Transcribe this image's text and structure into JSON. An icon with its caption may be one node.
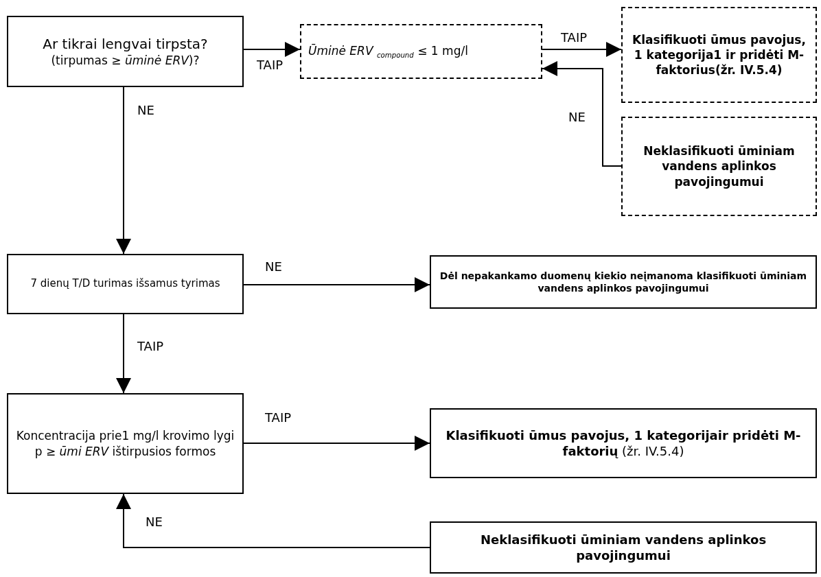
{
  "diagram": {
    "nodes": [
      {
        "text": [
          "Ar tikrai lengvai tirpsta?",
          "(tirpumas ≥ *ūminė ERV*)?"
        ]
      },
      {
        "text": [
          "*Ūminė ERV* $_{compound}$ ≤ 1 mg/l"
        ]
      },
      {
        "text": [
          "Klasifikuoti ūmus pavojus, 1 kategorija1 ir pridėti M-faktorius(žr. IV.5.4)"
        ]
      },
      {
        "text": [
          "Neklasifikuoti ūminiam vandens aplinkos pavojingumui"
        ]
      },
      {
        "text": [
          "7 dienų T/D turimas išsamus tyrimas"
        ]
      },
      {
        "text": [
          "Dėl nepakankamo duomenų kiekio neįmanoma klasifikuoti ūminiam vandens aplinkos pavojingumui"
        ]
      },
      {
        "text": [
          "Koncentracija prie1 mg/l krovimo lygi p ≥ *ūmi ERV* ištirpusios formos"
        ]
      },
      {
        "text": [
          "**Klasifikuoti ūmus pavojus, 1 kategorijair pridėti M-faktorių** (žr. IV.5.4)"
        ]
      },
      {
        "text": [
          "Neklasifikuoti ūminiam vandens aplinkos pavojingumui"
        ]
      }
    ],
    "edges": [
      {
        "from": 0,
        "to": 1,
        "arrow": "to",
        "label": "TAIP"
      },
      {
        "from": 1,
        "to": 2,
        "arrow": "to",
        "label": "TAIP"
      },
      {
        "from": 3,
        "to": 1,
        "arrow": "to",
        "label": "NE"
      },
      {
        "from": 0,
        "to": 4,
        "arrow": "to",
        "label": "NE"
      },
      {
        "from": 4,
        "to": 5,
        "arrow": "to",
        "label": "NE"
      },
      {
        "from": 4,
        "to": 6,
        "arrow": "to",
        "label": "TAIP"
      },
      {
        "from": 6,
        "to": 7,
        "arrow": "to",
        "label": "TAIP"
      },
      {
        "from": 8,
        "to": 6,
        "arrow": "to",
        "label": "NE"
      }
    ]
  }
}
